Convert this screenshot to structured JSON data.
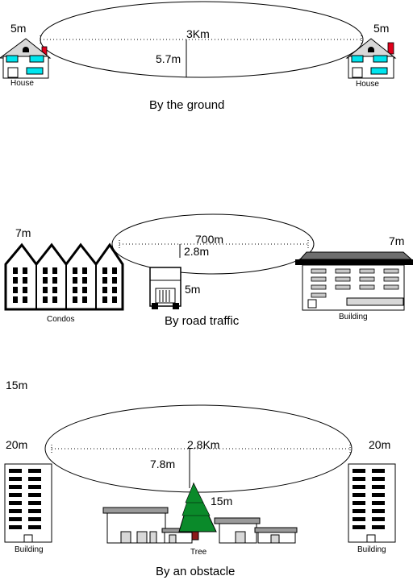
{
  "panels": [
    {
      "caption": "By the ground",
      "distance": "3Km",
      "clearance": "5.7m",
      "left_height": "5m",
      "right_height": "5m",
      "left_label": "House",
      "right_label": "House"
    },
    {
      "caption": "By road traffic",
      "distance": "700m",
      "clearance": "2.8m",
      "left_height": "7m",
      "right_height": "7m",
      "obstacle_height": "5m",
      "left_label": "Condos",
      "right_label": "Building"
    },
    {
      "caption": "By an obstacle",
      "distance": "2.8Km",
      "clearance": "7.8m",
      "top_height": "15m",
      "left_height": "20m",
      "right_height": "20m",
      "obstacle_height": "15m",
      "left_label": "Building",
      "right_label": "Building",
      "obstacle_label": "Tree"
    }
  ],
  "colors": {
    "window": "#00e5ee",
    "chimney": "#e0001b",
    "tree": "#0a8a2a",
    "trunk": "#8b1a1a",
    "roof_gray": "#9a9a9a"
  }
}
